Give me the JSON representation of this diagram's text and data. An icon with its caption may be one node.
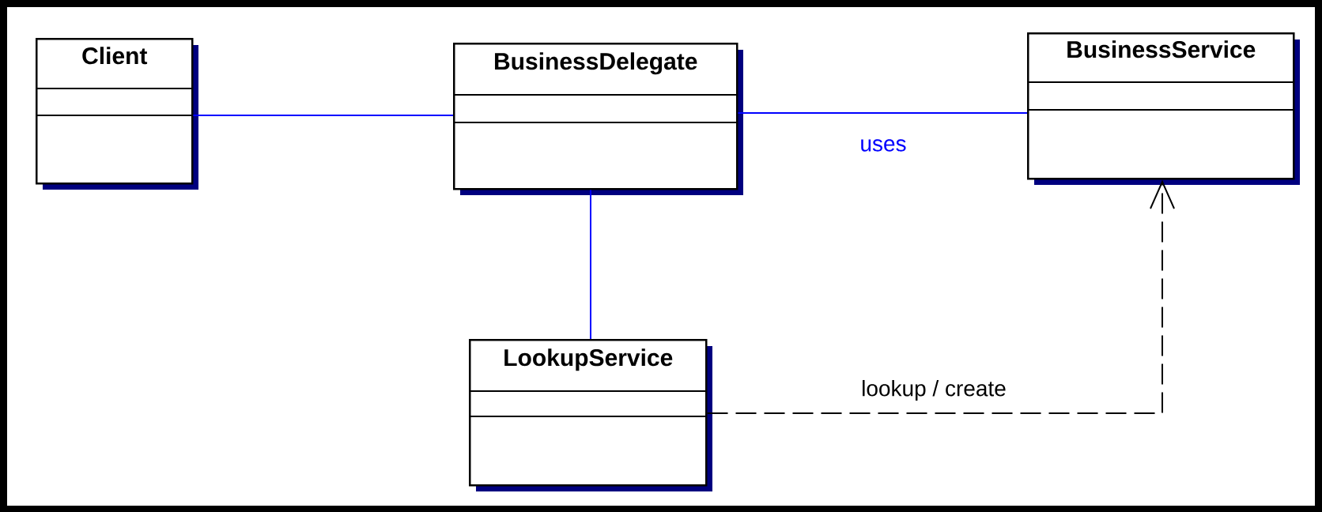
{
  "diagram": {
    "nodes": [
      {
        "text": [
          "Client"
        ]
      },
      {
        "text": [
          "BusinessDelegate"
        ]
      },
      {
        "text": [
          "BusinessService"
        ]
      },
      {
        "text": [
          "LookupService"
        ]
      }
    ],
    "edges": [
      {
        "from": 0,
        "to": 1,
        "arrow": "none"
      },
      {
        "from": 1,
        "to": 2,
        "arrow": "none",
        "label": "uses"
      },
      {
        "from": 1,
        "to": 3,
        "arrow": "none"
      },
      {
        "from": 3,
        "to": 2,
        "arrow": "to",
        "label": "lookup / create",
        "style": "dashed",
        "color": "#000000"
      }
    ]
  }
}
